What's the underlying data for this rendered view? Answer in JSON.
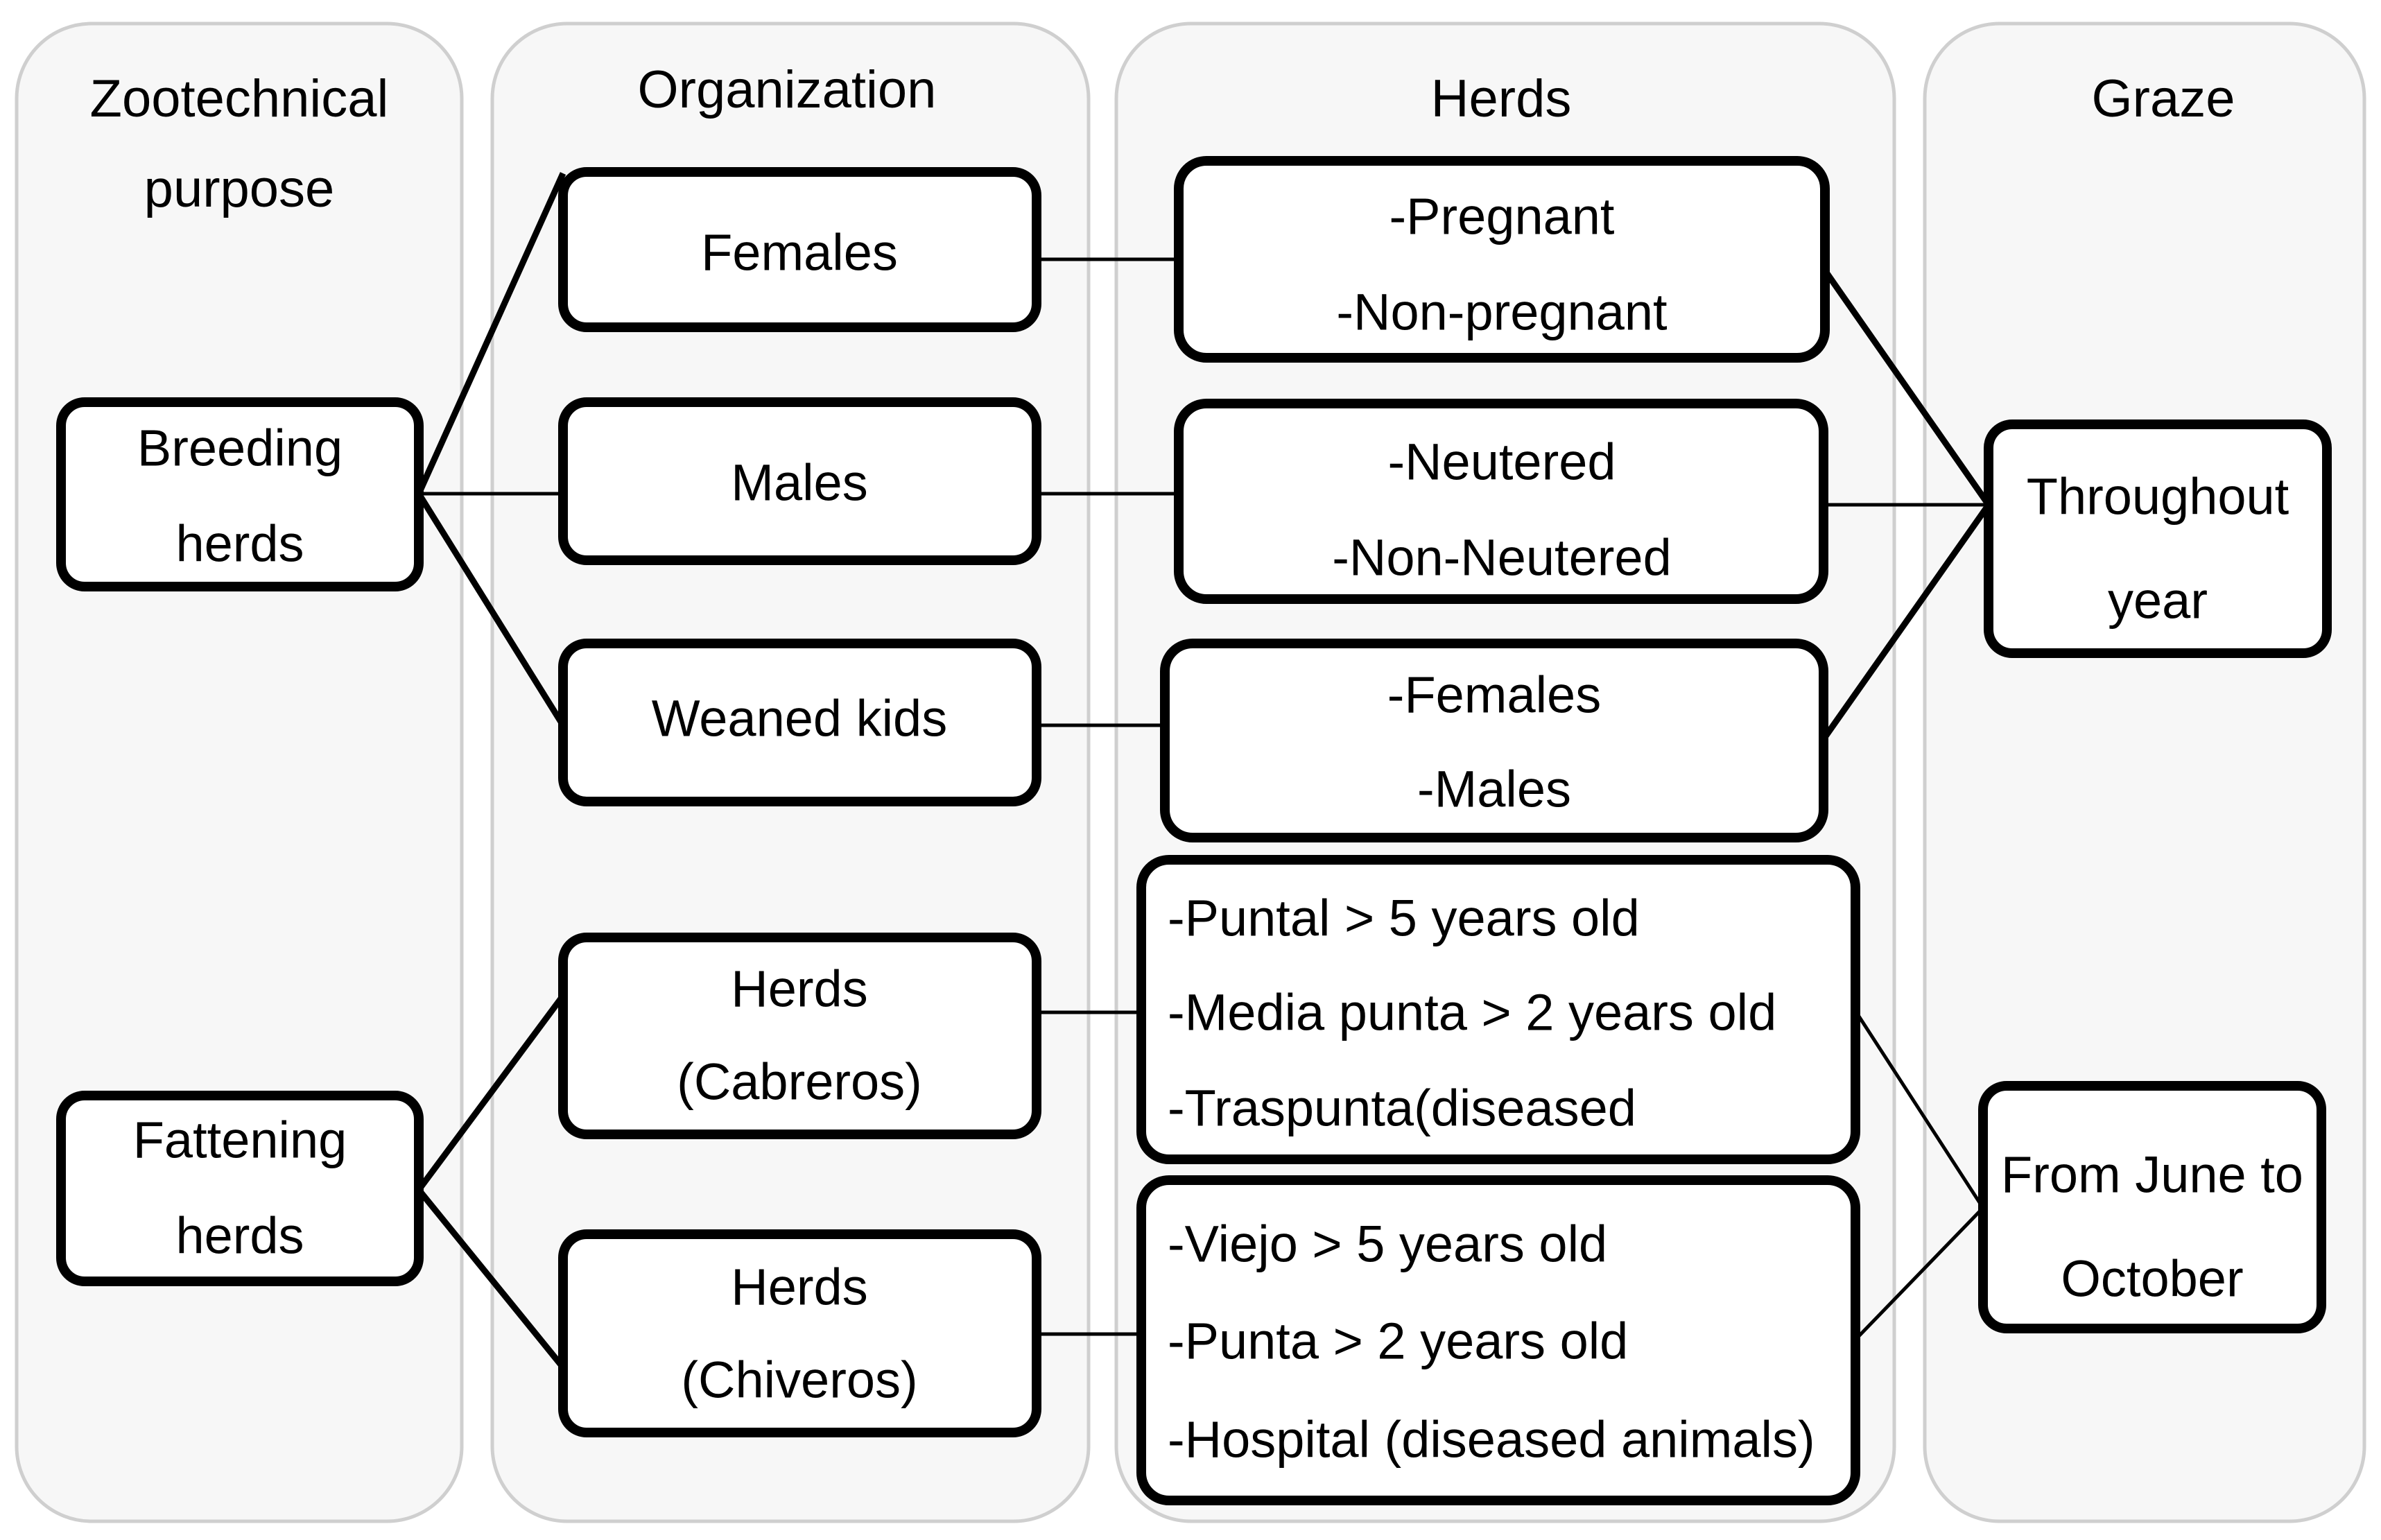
{
  "diagram": {
    "title": "Goat herd zootechnical organization flow diagram",
    "background_color": "#ffffff",
    "lane_fill": "#f7f7f7",
    "lane_stroke": "#cfcfcf",
    "node_stroke": "#000000",
    "node_fill": "#ffffff"
  },
  "lanes": [
    {
      "id": "lane-zootechnical-purpose",
      "title_line1": "Zootechnical",
      "title_line2": "purpose"
    },
    {
      "id": "lane-organization",
      "title_line1": "Organization",
      "title_line2": ""
    },
    {
      "id": "lane-herds",
      "title_line1": "Herds",
      "title_line2": ""
    },
    {
      "id": "lane-graze",
      "title_line1": "Graze",
      "title_line2": ""
    }
  ],
  "nodes": {
    "breeding_herds": {
      "line1": "Breeding",
      "line2": "herds"
    },
    "fattening_herds": {
      "line1": "Fattening",
      "line2": "herds"
    },
    "females": {
      "line1": "Females",
      "line2": ""
    },
    "males": {
      "line1": "Males",
      "line2": ""
    },
    "weaned_kids": {
      "line1": "Weaned kids",
      "line2": ""
    },
    "herds_cabreros": {
      "line1": "Herds",
      "line2": "(Cabreros)"
    },
    "herds_chiveros": {
      "line1": "Herds",
      "line2": "(Chiveros)"
    },
    "female_states": {
      "line1": "-Pregnant",
      "line2": "-Non-pregnant"
    },
    "male_states": {
      "line1": "-Neutered",
      "line2": "-Non-Neutered"
    },
    "kid_states": {
      "line1": "-Females",
      "line2": "-Males"
    },
    "cabreros_groups": {
      "line1": "-Puntal > 5 years old",
      "line2": "-Media punta > 2 years old",
      "line3": "-Traspunta(diseased"
    },
    "chiveros_groups": {
      "line1": "-Viejo > 5 years old",
      "line2": "-Punta > 2 years old",
      "line3": " -Hospital (diseased animals)"
    },
    "throughout_year": {
      "line1": "Throughout",
      "line2": "year"
    },
    "june_to_october": {
      "line1": "From June to",
      "line2": "October"
    }
  },
  "edges": [
    {
      "from": "breeding_herds",
      "to": "females"
    },
    {
      "from": "breeding_herds",
      "to": "males"
    },
    {
      "from": "breeding_herds",
      "to": "weaned_kids"
    },
    {
      "from": "fattening_herds",
      "to": "herds_cabreros"
    },
    {
      "from": "fattening_herds",
      "to": "herds_chiveros"
    },
    {
      "from": "females",
      "to": "female_states"
    },
    {
      "from": "males",
      "to": "male_states"
    },
    {
      "from": "weaned_kids",
      "to": "kid_states"
    },
    {
      "from": "herds_cabreros",
      "to": "cabreros_groups"
    },
    {
      "from": "herds_chiveros",
      "to": "chiveros_groups"
    },
    {
      "from": "female_states",
      "to": "throughout_year"
    },
    {
      "from": "male_states",
      "to": "throughout_year"
    },
    {
      "from": "kid_states",
      "to": "throughout_year"
    },
    {
      "from": "cabreros_groups",
      "to": "june_to_october"
    },
    {
      "from": "chiveros_groups",
      "to": "june_to_october"
    }
  ]
}
